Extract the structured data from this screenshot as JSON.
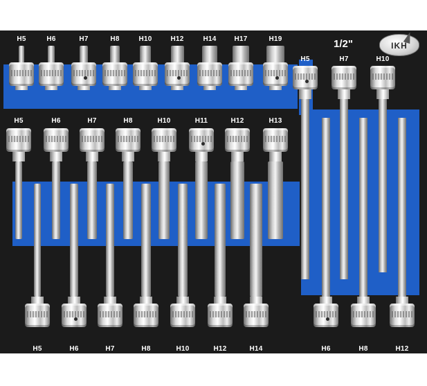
{
  "tray_title": "1/2\"",
  "brand_logo": "IKH",
  "rows": {
    "top": [
      "H5",
      "H6",
      "H7",
      "H8",
      "H10",
      "H12",
      "H14",
      "H17",
      "H19"
    ],
    "right_top": [
      "H5",
      "H7",
      "H10"
    ],
    "middle": [
      "H5",
      "H6",
      "H7",
      "H8",
      "H10",
      "H11",
      "H12",
      "H13"
    ],
    "bottom": [
      "H5",
      "H6",
      "H7",
      "H8",
      "H10",
      "H12",
      "H14"
    ],
    "right_bottom": [
      "H6",
      "H8",
      "H12"
    ]
  },
  "colors": {
    "foam": "#1b1b1b",
    "insert": "#1f5fc7",
    "steel": "#d8d8d8"
  }
}
